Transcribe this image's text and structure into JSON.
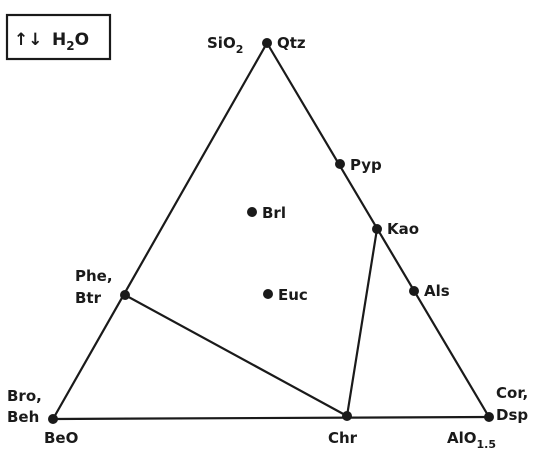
{
  "legend": {
    "arrows": "↑↓",
    "species": "H",
    "subscript": "2",
    "suffix": "O"
  },
  "vertices": {
    "top_oxide": "SiO",
    "top_oxide_sub": "2",
    "top_phase": "Qtz",
    "left_oxide": "BeO",
    "left_phase_1": "Bro,",
    "left_phase_2": "Beh",
    "right_oxide": "AlO",
    "right_oxide_sub": "1.5",
    "right_phase_1": "Cor,",
    "right_phase_2": "Dsp"
  },
  "phases": {
    "pyp": "Pyp",
    "kao": "Kao",
    "als": "Als",
    "brl": "Brl",
    "euc": "Euc",
    "chr": "Chr",
    "phe_1": "Phe,",
    "phe_2": "Btr"
  },
  "colors": {
    "ink": "#1a1a1a",
    "background": "#ffffff"
  }
}
